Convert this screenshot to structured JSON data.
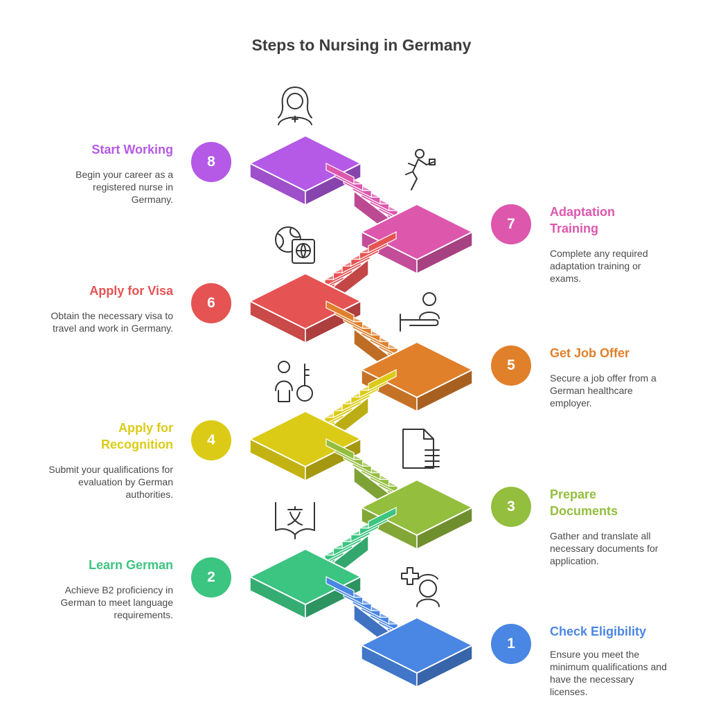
{
  "title": "Steps to Nursing in Germany",
  "steps": [
    {
      "number": "1",
      "title": "Check Eligibility",
      "description": "Ensure you meet the minimum qualifications and have the necessary licenses.",
      "color": "#4a86e3",
      "icon": "nurse-medical-icon"
    },
    {
      "number": "2",
      "title": "Learn German",
      "description": "Achieve B2 proficiency in German to meet language requirements.",
      "color": "#3cc481",
      "icon": "translate-book-icon"
    },
    {
      "number": "3",
      "title": "Prepare Documents",
      "description": "Gather and translate all necessary documents for application.",
      "color": "#94be3e",
      "icon": "document-icon"
    },
    {
      "number": "4",
      "title": "Apply for Recognition",
      "description": "Submit your qualifications for evaluation by German authorities.",
      "color": "#dccb16",
      "icon": "person-key-icon"
    },
    {
      "number": "5",
      "title": "Get Job Offer",
      "description": "Secure a job offer from a German healthcare employer.",
      "color": "#e0802b",
      "icon": "person-desk-icon"
    },
    {
      "number": "6",
      "title": "Apply for Visa",
      "description": "Obtain the necessary visa to travel and work in Germany.",
      "color": "#e65353",
      "icon": "globe-passport-icon"
    },
    {
      "number": "7",
      "title": "Adaptation Training",
      "description": "Complete any required adaptation training or exams.",
      "color": "#dd57ad",
      "icon": "training-figure-icon"
    },
    {
      "number": "8",
      "title": "Start Working",
      "description": "Begin your career as a registered nurse in Germany.",
      "color": "#b45ae6",
      "icon": "nurse-woman-icon"
    }
  ]
}
